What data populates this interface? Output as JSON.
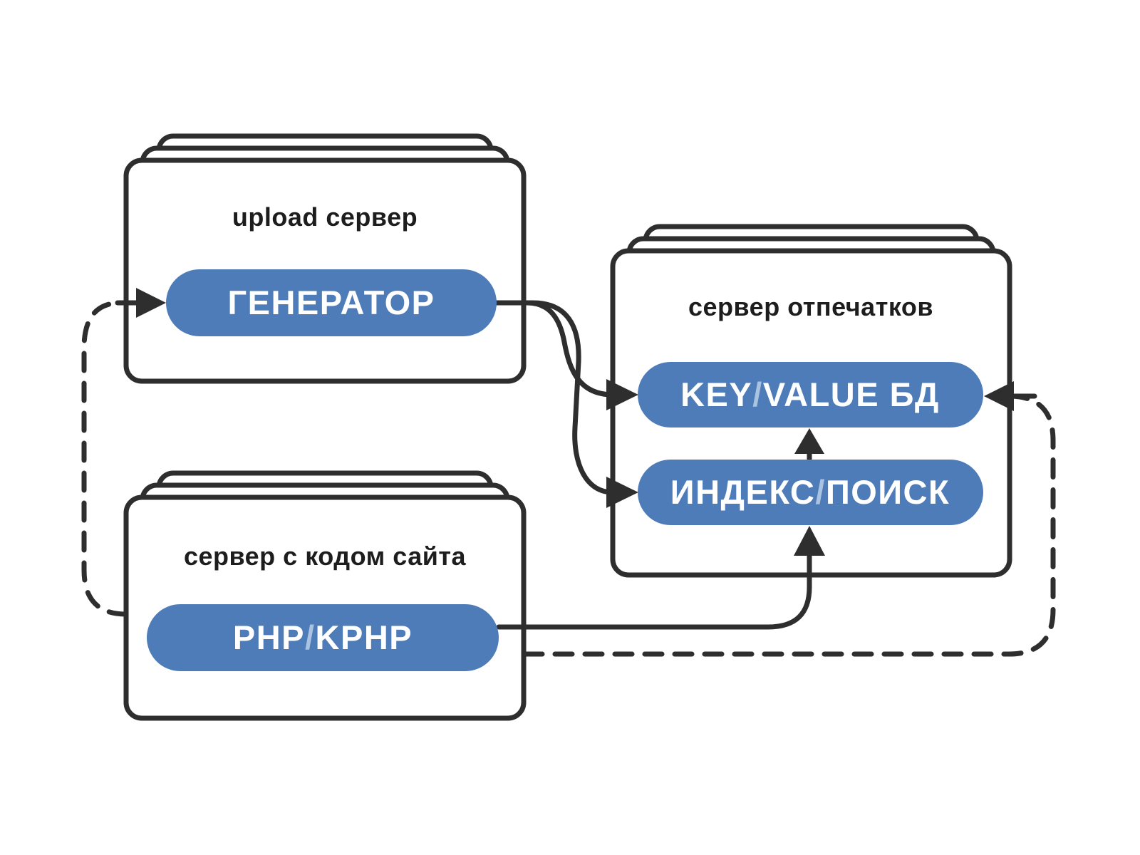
{
  "diagram": {
    "colors": {
      "stroke": "#2e2e2e",
      "pill_blue": "#4d7cb8",
      "slash_light_blue": "#aac3e0",
      "title_text": "#1d1d1d",
      "pill_text": "#ffffff",
      "background": "#ffffff"
    },
    "cards": {
      "upload": {
        "title": "upload сервер"
      },
      "fingerprints": {
        "title": "сервер отпечатков"
      },
      "site_code": {
        "title": "сервер с кодом сайта"
      }
    },
    "pills": {
      "generator": {
        "label": "ГЕНЕРАТОР"
      },
      "key_value": {
        "pre": "KEY",
        "slash": "/",
        "post": "VALUE БД"
      },
      "index_search": {
        "pre": "ИНДЕКС",
        "slash": "/",
        "post": "ПОИСК"
      },
      "php": {
        "pre": "PHP",
        "slash": "/",
        "post": "KPHP"
      }
    }
  }
}
